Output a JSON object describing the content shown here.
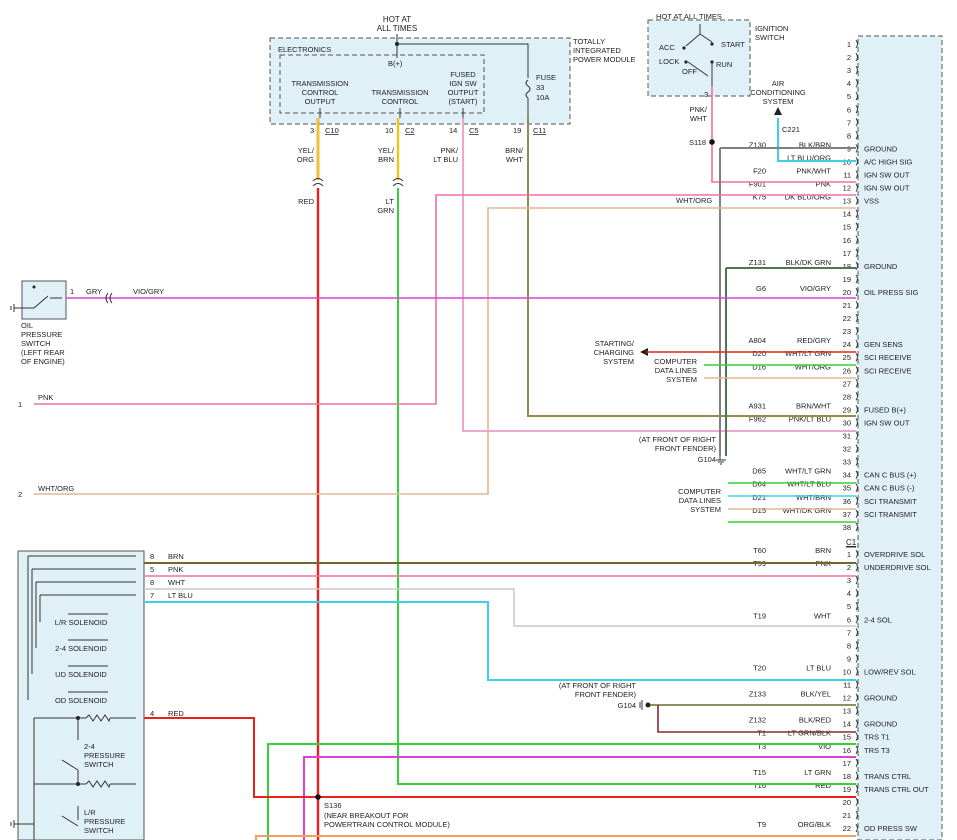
{
  "texts": {
    "hot_at_all_times_top": "HOT AT",
    "hot_at_all_times_top2": "ALL TIMES",
    "electronics": "ELECTRONICS",
    "b_plus": "B(+)",
    "tipm_1": "TOTALLY",
    "tipm_2": "INTEGRATED",
    "tipm_3": "POWER MODULE",
    "fuse": "FUSE",
    "fuse_num": "33",
    "fuse_amp": "10A",
    "tco_1": "TRANSMISSION",
    "tco_2": "CONTROL",
    "tco_3": "OUTPUT",
    "tc_1": "TRANSMISSION",
    "tc_2": "CONTROL",
    "fused_1": "FUSED",
    "fused_2": "IGN SW",
    "fused_3": "OUTPUT",
    "fused_4": "(START)",
    "ign_hot": "HOT AT ALL TIMES",
    "ign_1": "IGNITION",
    "ign_2": "SWITCH",
    "acc": "ACC",
    "lock": "LOCK",
    "off": "OFF",
    "start": "START",
    "run": "RUN",
    "ac_1": "AIR",
    "ac_2": "CONDITIONING",
    "ac_3": "SYSTEM",
    "c221": "C221",
    "ign_pin": "3",
    "pnk_wht_1": "PNK/",
    "pnk_wht_2": "WHT",
    "s118": "S118",
    "pin3": "3",
    "c10": "C10",
    "pin10": "10",
    "c2": "C2",
    "pin14": "14",
    "c5": "C5",
    "pin19": "19",
    "c11": "C11",
    "yel_org_1": "YEL/",
    "yel_org_2": "ORG",
    "yel_brn_1": "YEL/",
    "yel_brn_2": "BRN",
    "pnk_ltblu_1": "PNK/",
    "pnk_ltblu_2": "LT BLU",
    "brn_wht_1": "BRN/",
    "brn_wht_2": "WHT",
    "red": "RED",
    "lt_grn_1": "LT",
    "lt_grn_2": "GRN",
    "ops_pin": "1",
    "ops_gry": "GRY",
    "ops_viogry": "VIO/GRY",
    "ops_1": "OIL",
    "ops_2": "PRESSURE",
    "ops_3": "SWITCH",
    "ops_4": "(LEFT REAR",
    "ops_5": "OF ENGINE)",
    "left1_num": "1",
    "left1_col": "PNK",
    "left2_num": "2",
    "left2_col": "WHT/ORG",
    "wht_org_mid": "WHT/ORG",
    "starting_1": "STARTING/",
    "starting_2": "CHARGING",
    "starting_3": "SYSTEM",
    "cdl1_1": "COMPUTER",
    "cdl1_2": "DATA LINES",
    "cdl1_3": "SYSTEM",
    "cdl2_1": "COMPUTER",
    "cdl2_2": "DATA LINES",
    "cdl2_3": "SYSTEM",
    "g104_1": "(AT FRONT OF RIGHT",
    "g104_2": "FRONT FENDER)",
    "g104_3": "G104",
    "g104b_1": "(AT FRONT OF RIGHT",
    "g104b_2": "FRONT FENDER)",
    "g104b_3": "G104",
    "c1": "C1",
    "s136_1": "S136",
    "s136_2": "(NEAR BREAKOUT FOR",
    "s136_3": "POWERTRAIN CONTROL MODULE)",
    "sol_lr": "L/R SOLENOID",
    "sol_24": "2-4 SOLENOID",
    "sol_ud": "UD SOLENOID",
    "sol_od": "OD SOLENOID",
    "ps24_1": "2-4",
    "ps24_2": "PRESSURE",
    "ps24_3": "SWITCH",
    "pslr_1": "L/R",
    "pslr_2": "PRESSURE",
    "pslr_3": "SWITCH",
    "tr8": "8",
    "tr8c": "BRN",
    "tr5": "5",
    "tr5c": "PNK",
    "tr8b": "8",
    "tr8bc": "WHT",
    "tr7": "7",
    "tr7c": "LT BLU",
    "tr4": "4",
    "tr4c": "RED"
  },
  "connector_a_pins": [
    {
      "pin": "1",
      "code": "",
      "color": "",
      "label": ""
    },
    {
      "pin": "2",
      "code": "",
      "color": "",
      "label": ""
    },
    {
      "pin": "3",
      "code": "",
      "color": "",
      "label": ""
    },
    {
      "pin": "4",
      "code": "",
      "color": "",
      "label": ""
    },
    {
      "pin": "5",
      "code": "",
      "color": "",
      "label": ""
    },
    {
      "pin": "6",
      "code": "",
      "color": "",
      "label": ""
    },
    {
      "pin": "7",
      "code": "",
      "color": "",
      "label": ""
    },
    {
      "pin": "8",
      "code": "",
      "color": "",
      "label": ""
    },
    {
      "pin": "9",
      "code": "Z130",
      "color": "BLK/BRN",
      "label": "GROUND"
    },
    {
      "pin": "10",
      "code": "",
      "color": "LT BLU/ORG",
      "label": "A/C HIGH SIG"
    },
    {
      "pin": "11",
      "code": "F20",
      "color": "PNK/WHT",
      "label": "IGN SW OUT"
    },
    {
      "pin": "12",
      "code": "F901",
      "color": "PNK",
      "label": "IGN SW OUT"
    },
    {
      "pin": "13",
      "code": "K75",
      "color": "DK BLU/ORG",
      "label": "VSS"
    },
    {
      "pin": "14",
      "code": "",
      "color": "",
      "label": ""
    },
    {
      "pin": "15",
      "code": "",
      "color": "",
      "label": ""
    },
    {
      "pin": "16",
      "code": "",
      "color": "",
      "label": ""
    },
    {
      "pin": "17",
      "code": "",
      "color": "",
      "label": ""
    },
    {
      "pin": "18",
      "code": "Z131",
      "color": "BLK/DK GRN",
      "label": "GROUND"
    },
    {
      "pin": "19",
      "code": "",
      "color": "",
      "label": ""
    },
    {
      "pin": "20",
      "code": "G6",
      "color": "VIO/GRY",
      "label": "OIL PRESS SIG"
    },
    {
      "pin": "21",
      "code": "",
      "color": "",
      "label": ""
    },
    {
      "pin": "22",
      "code": "",
      "color": "",
      "label": ""
    },
    {
      "pin": "23",
      "code": "",
      "color": "",
      "label": ""
    },
    {
      "pin": "24",
      "code": "A804",
      "color": "RED/GRY",
      "label": "GEN SENS"
    },
    {
      "pin": "25",
      "code": "D20",
      "color": "WHT/LT GRN",
      "label": "SCI RECEIVE"
    },
    {
      "pin": "26",
      "code": "D16",
      "color": "WHT/ORG",
      "label": "SCI RECEIVE"
    },
    {
      "pin": "27",
      "code": "",
      "color": "",
      "label": ""
    },
    {
      "pin": "28",
      "code": "",
      "color": "",
      "label": ""
    },
    {
      "pin": "29",
      "code": "A931",
      "color": "BRN/WHT",
      "label": "FUSED B(+)"
    },
    {
      "pin": "30",
      "code": "F962",
      "color": "PNK/LT BLU",
      "label": "IGN SW OUT"
    },
    {
      "pin": "31",
      "code": "",
      "color": "",
      "label": ""
    },
    {
      "pin": "32",
      "code": "",
      "color": "",
      "label": ""
    },
    {
      "pin": "33",
      "code": "",
      "color": "",
      "label": ""
    },
    {
      "pin": "34",
      "code": "D65",
      "color": "WHT/LT GRN",
      "label": "CAN C BUS (+)"
    },
    {
      "pin": "35",
      "code": "D64",
      "color": "WHT/LT BLU",
      "label": "CAN C BUS (-)"
    },
    {
      "pin": "36",
      "code": "D21",
      "color": "WHT/BRN",
      "label": "SCI TRANSMIT"
    },
    {
      "pin": "37",
      "code": "D15",
      "color": "WHT/DK GRN",
      "label": "SCI TRANSMIT"
    },
    {
      "pin": "38",
      "code": "",
      "color": "",
      "label": ""
    }
  ],
  "connector_b_pins": [
    {
      "pin": "1",
      "code": "T60",
      "color": "BRN",
      "label": "OVERDRIVE SOL"
    },
    {
      "pin": "2",
      "code": "T59",
      "color": "PNK",
      "label": "UNDERDRIVE SOL"
    },
    {
      "pin": "3",
      "code": "",
      "color": "",
      "label": ""
    },
    {
      "pin": "4",
      "code": "",
      "color": "",
      "label": ""
    },
    {
      "pin": "5",
      "code": "",
      "color": "",
      "label": ""
    },
    {
      "pin": "6",
      "code": "T19",
      "color": "WHT",
      "label": "2-4 SOL"
    },
    {
      "pin": "7",
      "code": "",
      "color": "",
      "label": ""
    },
    {
      "pin": "8",
      "code": "",
      "color": "",
      "label": ""
    },
    {
      "pin": "9",
      "code": "",
      "color": "",
      "label": ""
    },
    {
      "pin": "10",
      "code": "T20",
      "color": "LT BLU",
      "label": "LOW/REV SOL"
    },
    {
      "pin": "11",
      "code": "",
      "color": "",
      "label": ""
    },
    {
      "pin": "12",
      "code": "Z133",
      "color": "BLK/YEL",
      "label": "GROUND"
    },
    {
      "pin": "13",
      "code": "",
      "color": "",
      "label": ""
    },
    {
      "pin": "14",
      "code": "Z132",
      "color": "BLK/RED",
      "label": "GROUND"
    },
    {
      "pin": "15",
      "code": "T1",
      "color": "LT GRN/BLK",
      "label": "TRS T1"
    },
    {
      "pin": "16",
      "code": "T3",
      "color": "VIO",
      "label": "TRS T3"
    },
    {
      "pin": "17",
      "code": "",
      "color": "",
      "label": ""
    },
    {
      "pin": "18",
      "code": "T15",
      "color": "LT GRN",
      "label": "TRANS CTRL"
    },
    {
      "pin": "19",
      "code": "T16",
      "color": "RED",
      "label": "TRANS CTRL OUT"
    },
    {
      "pin": "20",
      "code": "",
      "color": "",
      "label": ""
    },
    {
      "pin": "21",
      "code": "",
      "color": "",
      "label": ""
    },
    {
      "pin": "22",
      "code": "T9",
      "color": "ORG/BLK",
      "label": "OD PRESS SW"
    }
  ],
  "wire_colors": {
    "red": "#e8221b",
    "green": "#35d235",
    "yellow": "#f0c419",
    "pink": "#f070a0",
    "magenta": "#e040d0",
    "cyan": "#3cd2e6",
    "tan": "#e0b894",
    "olive": "#9a8a50",
    "brown": "#6d6a2e",
    "gray": "#808080",
    "lightgray": "#c8c8c8",
    "darkgreen": "#4a7a4a",
    "orange": "#f0a060",
    "ltpink": "#e8a8d0",
    "module_fill": "#dff0f7"
  }
}
